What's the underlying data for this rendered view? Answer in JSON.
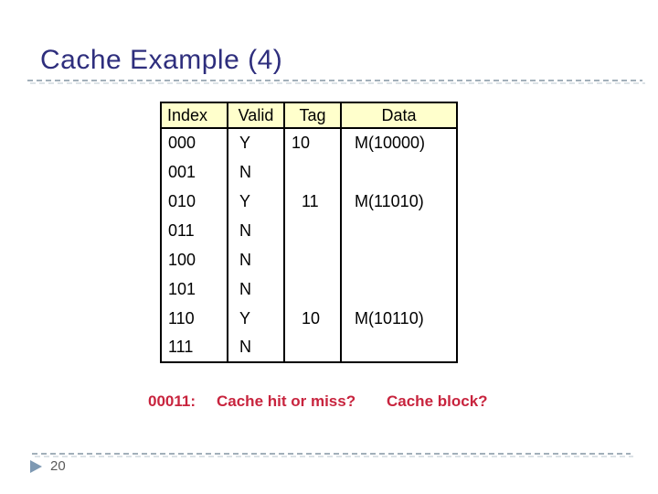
{
  "slide": {
    "title": "Cache Example (4)",
    "page_number": "20"
  },
  "table": {
    "headers": [
      "Index",
      "Valid",
      "Tag",
      "Data"
    ],
    "rows": [
      {
        "index": "000",
        "valid": "Y",
        "tag": "10",
        "data": "M(10000)"
      },
      {
        "index": "001",
        "valid": "N",
        "tag": "",
        "data": ""
      },
      {
        "index": "010",
        "valid": "Y",
        "tag": "11",
        "data": "M(11010)"
      },
      {
        "index": "011",
        "valid": "N",
        "tag": "",
        "data": ""
      },
      {
        "index": "100",
        "valid": "N",
        "tag": "",
        "data": ""
      },
      {
        "index": "101",
        "valid": "N",
        "tag": "",
        "data": ""
      },
      {
        "index": "110",
        "valid": "Y",
        "tag": "10",
        "data": "M(10110)"
      },
      {
        "index": "111",
        "valid": "N",
        "tag": "",
        "data": ""
      }
    ]
  },
  "question": {
    "address": "00011:",
    "hit_or_miss": "Cache hit or miss?",
    "block": "Cache block?"
  },
  "icons": {
    "footer_bullet": "right-triangle-icon"
  },
  "colors": {
    "title": "#2E2E7D",
    "question_red": "#C8243E",
    "table_header_bg": "#FFFFCC",
    "table_border": "#000000",
    "divider_dash": "#A2B0BA",
    "footer_triangle": "#7E99B3",
    "page_number_gray": "#5A5A5A",
    "background": "#FFFFFF"
  }
}
